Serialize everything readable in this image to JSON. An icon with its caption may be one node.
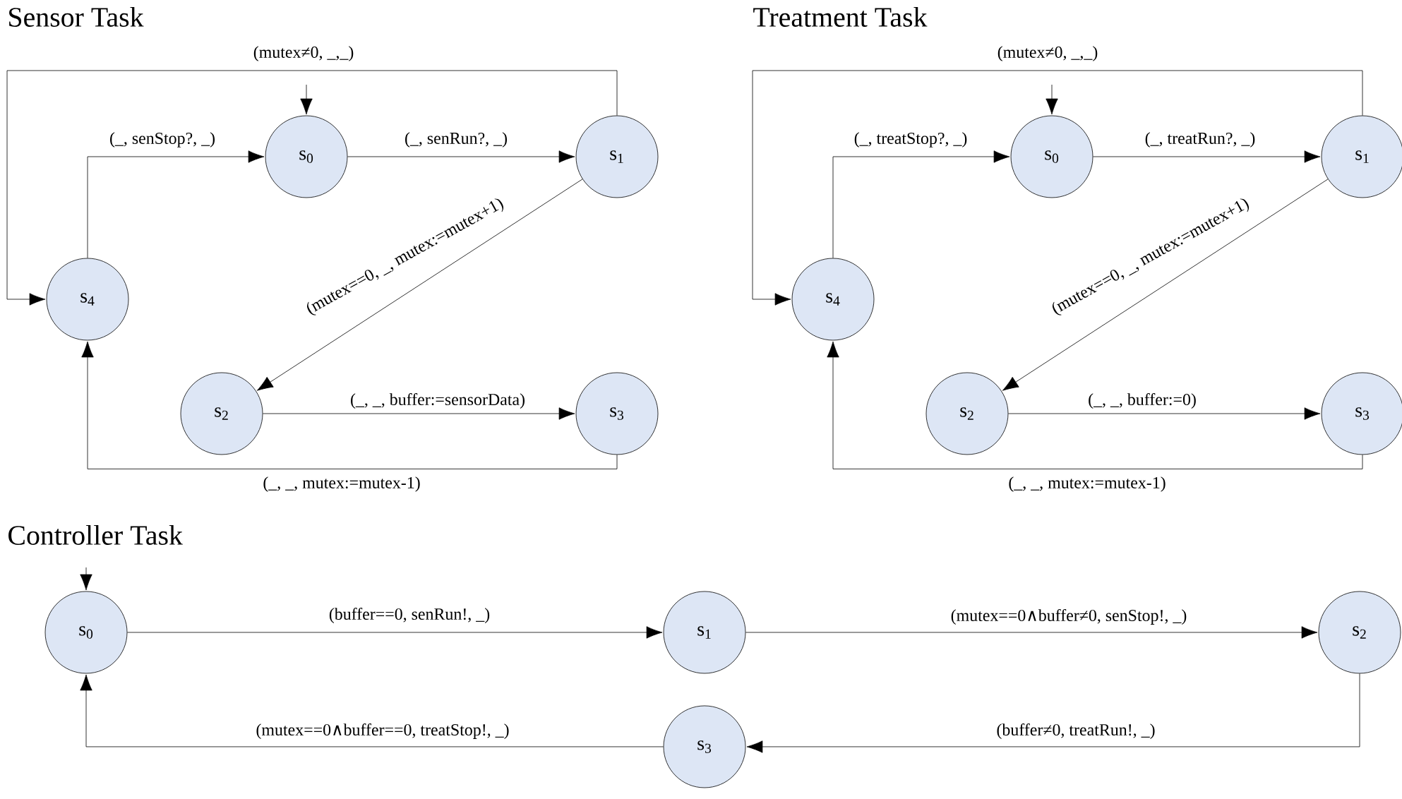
{
  "diagram": {
    "nodes": [
      {
        "text": [
          "s$_{0}$"
        ]
      },
      {
        "text": [
          "s$_{1}$"
        ]
      },
      {
        "text": [
          "s$_{2}$"
        ]
      },
      {
        "text": [
          "s$_{3}$"
        ]
      },
      {
        "text": [
          "s$_{4}$"
        ]
      },
      {
        "text": [
          "s$_{0}$"
        ]
      },
      {
        "text": [
          "s$_{1}$"
        ]
      },
      {
        "text": [
          "s$_{2}$"
        ]
      },
      {
        "text": [
          "s$_{3}$"
        ]
      },
      {
        "text": [
          "s$_{4}$"
        ]
      },
      {
        "text": [
          "s$_{0}$"
        ]
      },
      {
        "text": [
          "s$_{1}$"
        ]
      },
      {
        "text": [
          "s$_{2}$"
        ]
      },
      {
        "text": [
          "s$_{3}$"
        ]
      }
    ],
    "edges": [
      {
        "from": null,
        "to": 0,
        "arrow": "to"
      },
      {
        "from": 1,
        "to": 4,
        "arrow": "to",
        "label": "(mutex≠0, _,_)"
      },
      {
        "from": 4,
        "to": 0,
        "arrow": "to",
        "label": "(_, senStop?, _)"
      },
      {
        "from": 0,
        "to": 1,
        "arrow": "to",
        "label": "(_, senRun?, _)"
      },
      {
        "from": 1,
        "to": 2,
        "arrow": "to",
        "label": "(mutex==0, _, mutex:=mutex+1)"
      },
      {
        "from": 2,
        "to": 3,
        "arrow": "to",
        "label": "(_, _, buffer:=sensorData)"
      },
      {
        "from": 3,
        "to": 4,
        "arrow": "to",
        "label": "(_, _, mutex:=mutex-1)"
      },
      {
        "from": null,
        "to": 5,
        "arrow": "to"
      },
      {
        "from": 6,
        "to": 9,
        "arrow": "to",
        "label": "(mutex≠0, _,_)"
      },
      {
        "from": 9,
        "to": 5,
        "arrow": "to",
        "label": "(_, treatStop?, _)"
      },
      {
        "from": 5,
        "to": 6,
        "arrow": "to",
        "label": "(_, treatRun?, _)"
      },
      {
        "from": 6,
        "to": 7,
        "arrow": "to",
        "label": "(mutex==0, _, mutex:=mutex+1)"
      },
      {
        "from": 7,
        "to": 8,
        "arrow": "to",
        "label": "(_, _, buffer:=0)"
      },
      {
        "from": 8,
        "to": 9,
        "arrow": "to",
        "label": "(_, _, mutex:=mutex-1)"
      },
      {
        "from": null,
        "to": 10,
        "arrow": "to"
      },
      {
        "from": 10,
        "to": 11,
        "arrow": "to",
        "label": "(buffer==0, senRun!, _)"
      },
      {
        "from": 11,
        "to": 12,
        "arrow": "to",
        "label": "(mutex==0∧buffer≠0, senStop!, _)"
      },
      {
        "from": 12,
        "to": 13,
        "arrow": "to",
        "label": "(buffer≠0, treatRun!, _)"
      },
      {
        "from": 13,
        "to": 10,
        "arrow": "to",
        "label": "(mutex==0∧buffer==0, treatStop!, _)"
      }
    ],
    "labels": [
      "Sensor Task",
      "Treatment Task",
      "Controller Task"
    ]
  }
}
